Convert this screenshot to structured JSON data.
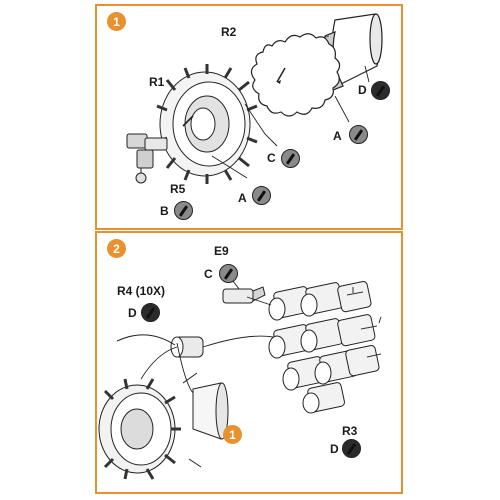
{
  "colors": {
    "frame": "#e8912e",
    "badge": "#e8912e",
    "paint_A": "#8a8a8a",
    "paint_B": "#8a8a8a",
    "paint_C": "#8a8a8a",
    "paint_D": "#2b2b2b"
  },
  "step1": {
    "badge": "1",
    "labels": {
      "r2": "R2",
      "r1": "R1",
      "r5": "R5",
      "d": "D",
      "a_upper": "A",
      "c": "C",
      "a_lower": "A",
      "b": "B"
    }
  },
  "step2": {
    "badge": "2",
    "labels": {
      "e9": "E9",
      "c": "C",
      "r4": "R4 (10X)",
      "d_r4": "D",
      "r3": "R3",
      "d_r3": "D"
    },
    "ref_badge": "1"
  }
}
